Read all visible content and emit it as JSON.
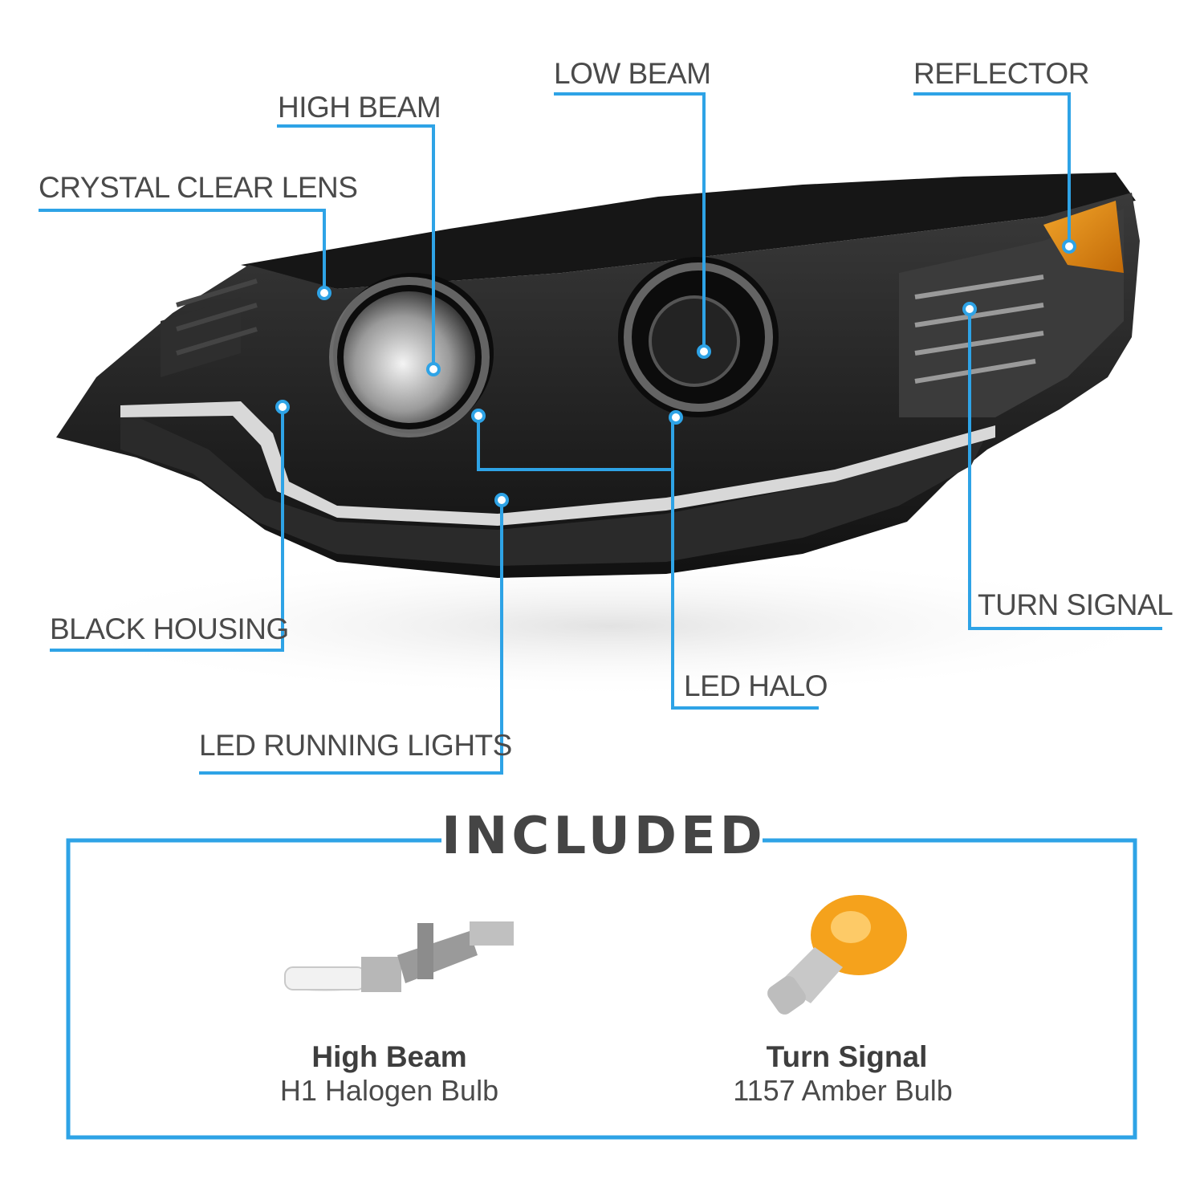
{
  "accent_color": "#2ea3e6",
  "callouts": {
    "crystal_clear_lens": "CRYSTAL CLEAR LENS",
    "high_beam": "HIGH BEAM",
    "low_beam": "LOW BEAM",
    "reflector": "REFLECTOR",
    "black_housing": "BLACK HOUSING",
    "led_running_lights": "LED RUNNING LIGHTS",
    "led_halo": "LED HALO",
    "turn_signal": "TURN SIGNAL"
  },
  "included": {
    "title": "INCLUDED",
    "items": [
      {
        "name": "High Beam",
        "description": "H1 Halogen Bulb",
        "icon": "h1-halogen-bulb-icon"
      },
      {
        "name": "Turn Signal",
        "description": "1157 Amber Bulb",
        "icon": "amber-bulb-icon"
      }
    ]
  }
}
